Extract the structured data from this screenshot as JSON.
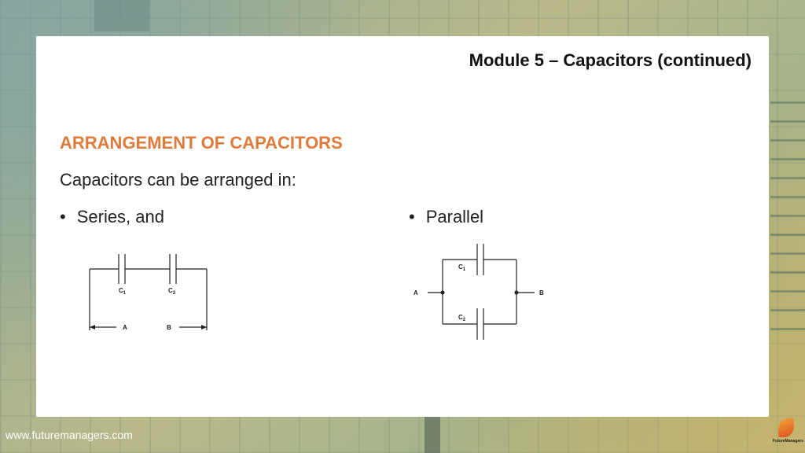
{
  "slide": {
    "module_title": "Module 5 – Capacitors (continued)",
    "heading": "ARRANGEMENT OF CAPACITORS",
    "intro": "Capacitors can be arranged in:",
    "bullets": [
      {
        "marker": "•",
        "text": "Series, and"
      },
      {
        "marker": "•",
        "text": "Parallel"
      }
    ]
  },
  "series_diagram": {
    "labels": {
      "c1": "C",
      "c1_sub": "1",
      "c2": "C",
      "c2_sub": "2",
      "a": "A",
      "b": "B"
    }
  },
  "parallel_diagram": {
    "labels": {
      "c1": "C",
      "c1_sub": "1",
      "c2": "C",
      "c2_sub": "2",
      "a": "A",
      "b": "B"
    }
  },
  "footer": {
    "url": "www.futuremanagers.com",
    "logo_text": "FutureManagers"
  },
  "colors": {
    "heading": "#e07a3a",
    "slide_background": "#ffffff",
    "footer_text": "#ffffff"
  }
}
